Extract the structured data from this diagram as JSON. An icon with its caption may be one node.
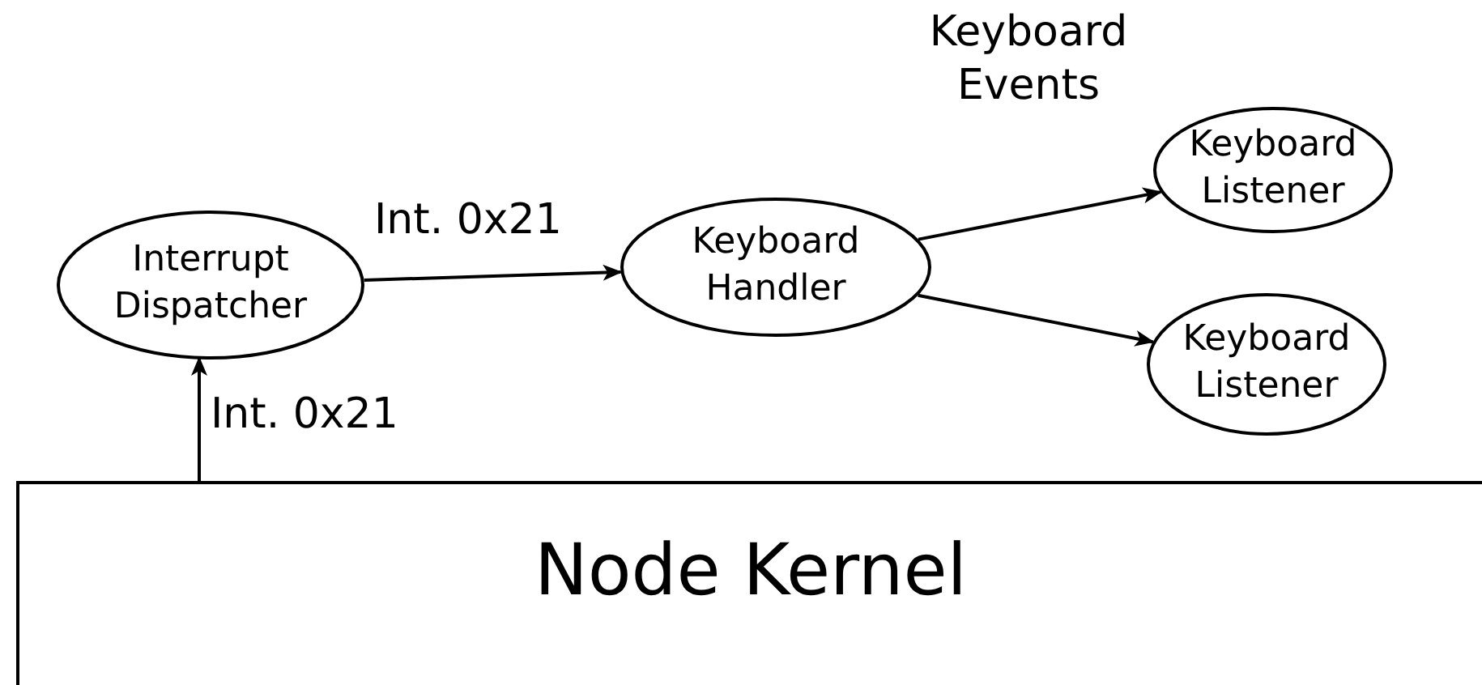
{
  "diagram": {
    "nodes": [
      {
        "text": [
          "Interrupt Dispatcher"
        ]
      },
      {
        "text": [
          "Keyboard Handler"
        ]
      },
      {
        "text": [
          "Keyboard Listener"
        ]
      },
      {
        "text": [
          "Keyboard Listener"
        ]
      },
      {
        "text": [
          "Node Kernel"
        ]
      }
    ],
    "edges": [
      {
        "from": 4,
        "to": 0,
        "arrow": "to",
        "label": "Int. 0x21"
      },
      {
        "from": 0,
        "to": 1,
        "arrow": "to",
        "label": "Int. 0x21"
      },
      {
        "from": 1,
        "to": 2,
        "arrow": "to"
      },
      {
        "from": 1,
        "to": 3,
        "arrow": "to"
      }
    ],
    "labels": [
      "Keyboard Events"
    ]
  }
}
